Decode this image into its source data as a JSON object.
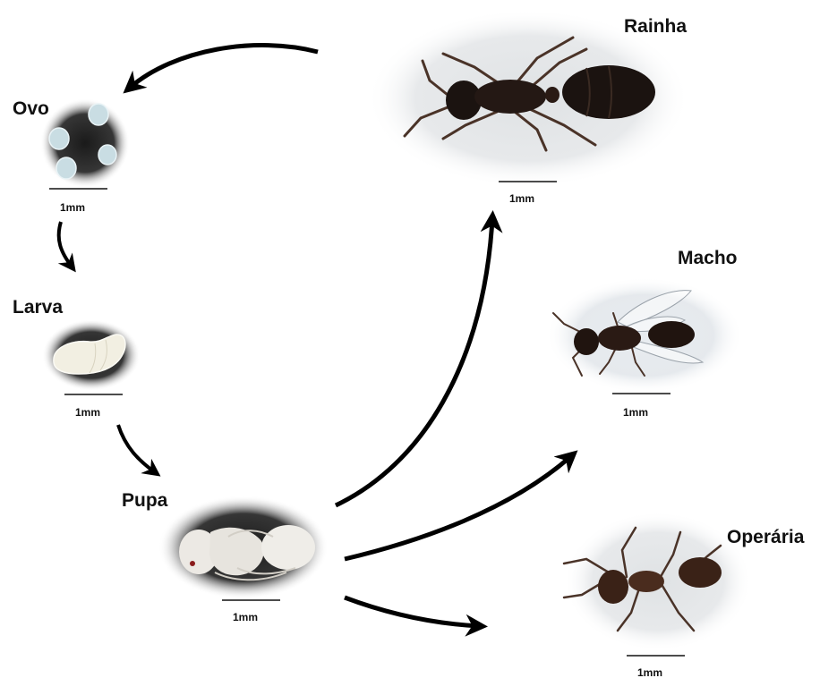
{
  "stages": [
    {
      "id": "ovo",
      "label": "Ovo",
      "scale": "1mm"
    },
    {
      "id": "larva",
      "label": "Larva",
      "scale": "1mm"
    },
    {
      "id": "pupa",
      "label": "Pupa",
      "scale": "1mm"
    },
    {
      "id": "rainha",
      "label": "Rainha",
      "scale": "1mm"
    },
    {
      "id": "macho",
      "label": "Macho",
      "scale": "1mm"
    },
    {
      "id": "operaria",
      "label": "Operária",
      "scale": "1mm"
    }
  ],
  "colors": {
    "arrow": "#000000",
    "text": "#111111",
    "egg": "#c9dde3",
    "egg_bg": "#1a1a1a",
    "larva": "#f2efe2",
    "pupa": "#ece9e4",
    "queen_body": "#1b1310",
    "male_body": "#20140f",
    "worker_body": "#3a2217",
    "photo_bg": "#e6e8ea"
  }
}
